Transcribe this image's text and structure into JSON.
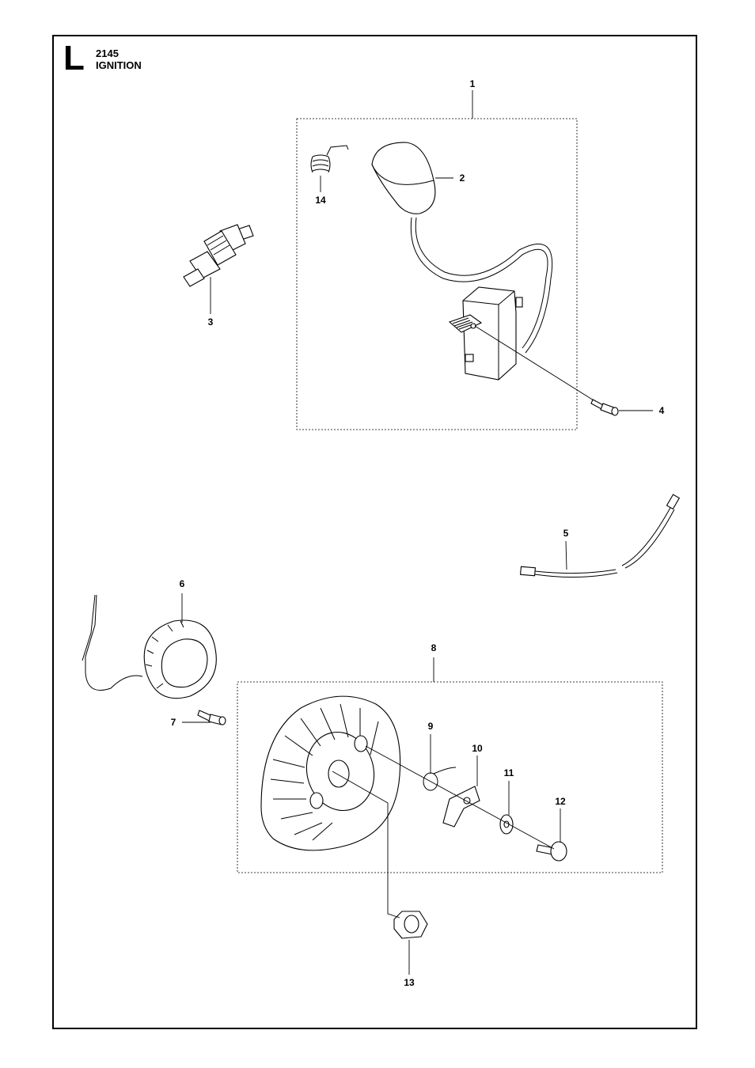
{
  "header": {
    "section_letter": "L",
    "model_number": "2145",
    "section_title": "IGNITION"
  },
  "callouts": {
    "c1": "1",
    "c2": "2",
    "c3": "3",
    "c4": "4",
    "c5": "5",
    "c6": "6",
    "c7": "7",
    "c8": "8",
    "c9": "9",
    "c10": "10",
    "c11": "11",
    "c12": "12",
    "c13": "13",
    "c14": "14"
  }
}
